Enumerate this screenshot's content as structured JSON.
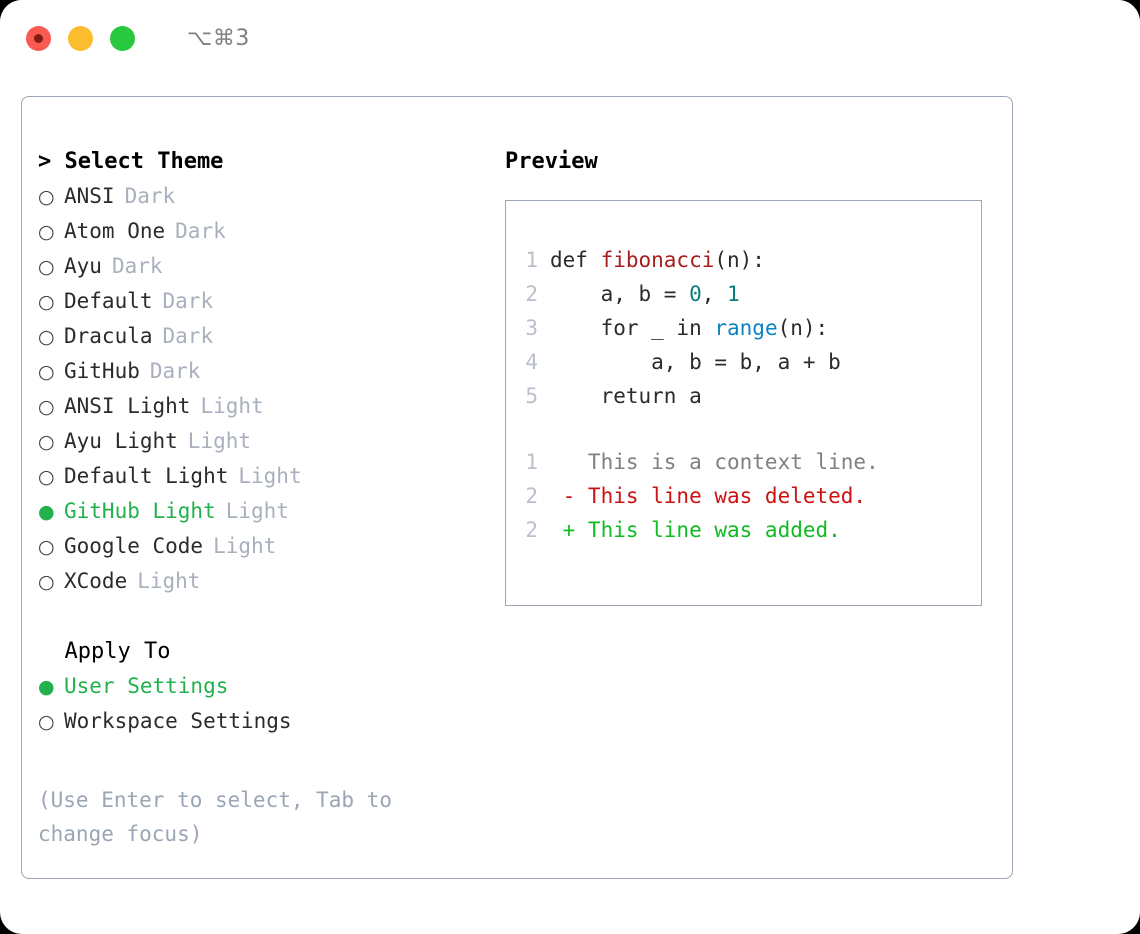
{
  "window": {
    "traffic_lights": [
      "close",
      "minimize",
      "maximize"
    ],
    "shortcut_label": "⌥⌘3"
  },
  "colors": {
    "accent_green": "#22b14c",
    "border": "#9aa5b5",
    "muted": "#a9b0bd",
    "hint": "#9aa5b5",
    "func_red": "#a71d1d",
    "number_teal": "#0a7c7c",
    "builtin_blue": "#0b84c4",
    "diff_deleted": "#cc1111",
    "diff_added": "#11bb22",
    "line_number": "#b9c0cc"
  },
  "theme_section": {
    "header": "> Select Theme",
    "items": [
      {
        "marker": "○",
        "label": "ANSI",
        "tag": "Dark",
        "selected": false
      },
      {
        "marker": "○",
        "label": "Atom One",
        "tag": "Dark",
        "selected": false
      },
      {
        "marker": "○",
        "label": "Ayu",
        "tag": "Dark",
        "selected": false
      },
      {
        "marker": "○",
        "label": "Default",
        "tag": "Dark",
        "selected": false
      },
      {
        "marker": "○",
        "label": "Dracula",
        "tag": "Dark",
        "selected": false
      },
      {
        "marker": "○",
        "label": "GitHub",
        "tag": "Dark",
        "selected": false
      },
      {
        "marker": "○",
        "label": "ANSI Light",
        "tag": "Light",
        "selected": false
      },
      {
        "marker": "○",
        "label": "Ayu Light",
        "tag": "Light",
        "selected": false
      },
      {
        "marker": "○",
        "label": "Default Light",
        "tag": "Light",
        "selected": false
      },
      {
        "marker": "●",
        "label": "GitHub Light",
        "tag": "Light",
        "selected": true
      },
      {
        "marker": "○",
        "label": "Google Code",
        "tag": "Light",
        "selected": false
      },
      {
        "marker": "○",
        "label": "XCode",
        "tag": "Light",
        "selected": false
      }
    ]
  },
  "apply_section": {
    "header": "  Apply To",
    "items": [
      {
        "marker": "●",
        "label": "User Settings",
        "tag": "",
        "selected": true
      },
      {
        "marker": "○",
        "label": "Workspace Settings",
        "tag": "",
        "selected": false
      }
    ]
  },
  "hint": "(Use Enter to select, Tab to change focus)",
  "preview": {
    "title": "Preview",
    "code_lines": [
      {
        "number": "1",
        "tokens": [
          {
            "text": "def ",
            "type": "plain"
          },
          {
            "text": "fibonacci",
            "type": "func"
          },
          {
            "text": "(n):",
            "type": "plain"
          }
        ]
      },
      {
        "number": "2",
        "tokens": [
          {
            "text": "    a, b = ",
            "type": "plain"
          },
          {
            "text": "0",
            "type": "number"
          },
          {
            "text": ", ",
            "type": "plain"
          },
          {
            "text": "1",
            "type": "number"
          }
        ]
      },
      {
        "number": "3",
        "tokens": [
          {
            "text": "    for _ in ",
            "type": "plain"
          },
          {
            "text": "range",
            "type": "builtin"
          },
          {
            "text": "(n):",
            "type": "plain"
          }
        ]
      },
      {
        "number": "4",
        "tokens": [
          {
            "text": "        a, b = b, a + b",
            "type": "plain"
          }
        ]
      },
      {
        "number": "5",
        "tokens": [
          {
            "text": "    return a",
            "type": "plain"
          }
        ]
      }
    ],
    "diff_lines": [
      {
        "number": "1",
        "tokens": [
          {
            "text": "   This is a context line.",
            "type": "context"
          }
        ]
      },
      {
        "number": "2",
        "tokens": [
          {
            "text": " - This line was deleted.",
            "type": "deleted"
          }
        ]
      },
      {
        "number": "2",
        "tokens": [
          {
            "text": " + This line was added.",
            "type": "added"
          }
        ]
      }
    ]
  }
}
